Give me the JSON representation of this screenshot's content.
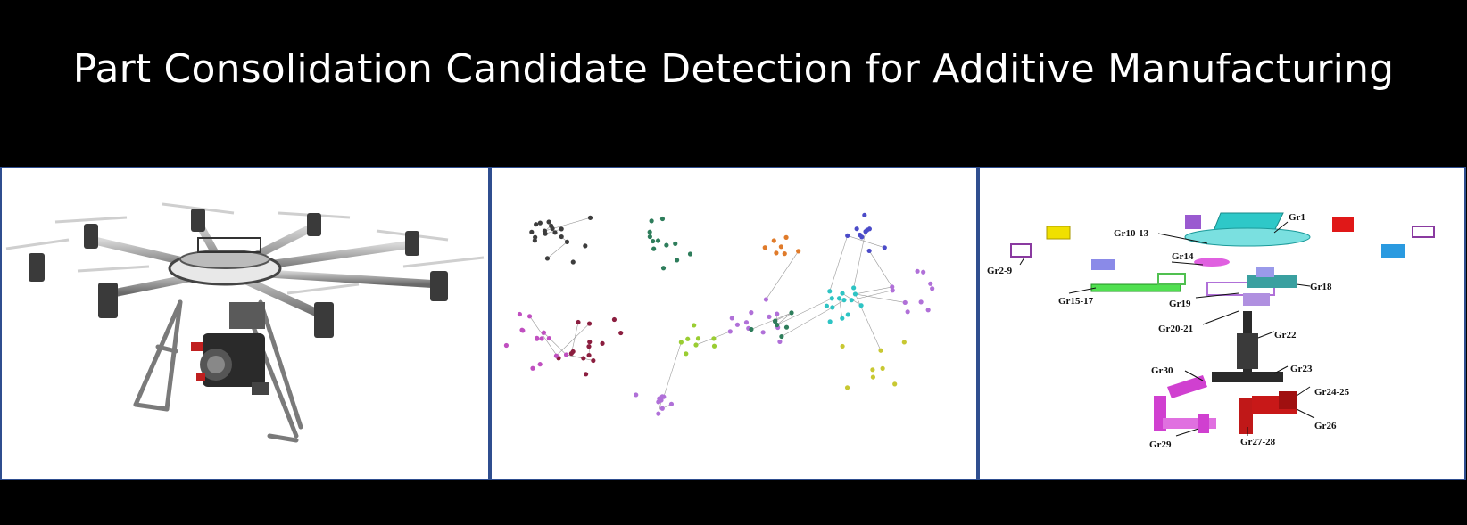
{
  "title": "Part Consolidation Candidate Detection for Additive Manufacturing",
  "panels": [
    {
      "id": "drone",
      "kind": "render",
      "subject": "octocopter drone with camera gimbal"
    },
    {
      "id": "graph",
      "kind": "network graph",
      "subject": "part connectivity graph with colored communities"
    },
    {
      "id": "groups",
      "kind": "exploded assembly",
      "subject": "consolidation groups"
    }
  ],
  "group_labels": [
    "Gr1",
    "Gr10-13",
    "Gr2-9",
    "Gr14",
    "Gr18",
    "Gr15-17",
    "Gr19",
    "Gr20-21",
    "Gr22",
    "Gr30",
    "Gr23",
    "Gr24-25",
    "Gr26",
    "Gr29",
    "Gr27-28"
  ],
  "colors": {
    "background": "#000000",
    "panel_border": "#2f4e8f",
    "title_text": "#ffffff",
    "graph_communities": [
      "#3d3d3d",
      "#2e7d5b",
      "#8b1e3f",
      "#c04fc0",
      "#9acd32",
      "#e07b2a",
      "#4b4bc8",
      "#2ec4c4",
      "#b070d8",
      "#c8c832"
    ]
  }
}
